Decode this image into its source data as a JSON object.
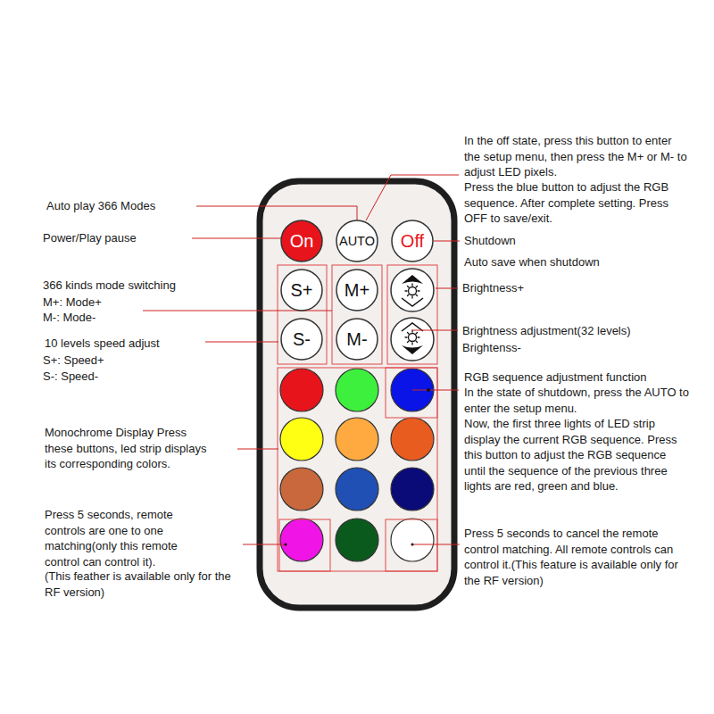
{
  "diagram": {
    "nodes": [
      {
        "text": [
          "On"
        ]
      },
      {
        "text": [
          "AUTO"
        ]
      },
      {
        "text": [
          "Off"
        ]
      },
      {
        "text": [
          "S+"
        ]
      },
      {
        "text": [
          "M+"
        ]
      },
      {
        "text": [
          "S-"
        ]
      },
      {
        "text": [
          "M-"
        ]
      }
    ],
    "labels": [
      "Auto play 366 Modes",
      "Power/Play pause",
      "366 kinds mode switching",
      "M+: Mode+",
      "M-: Mode-",
      "10 levels speed adjust",
      "S+: Speed+",
      "S-: Speed-",
      "Monochrome Display Press these buttons, led strip displays its corresponding colors.",
      "Press 5 seconds, remote controls are one to one matching(only this remote control can control it).",
      "(This feather is available only for the RF version)",
      "In the off state, press this button to enter the setup menu, then press the M+ or M- to adjust LED pixels.",
      "Press the blue button to adjust the RGB sequence. After complete setting. Press OFF to save/exit.",
      "Shutdown",
      "Auto save when shutdown",
      "Brightness+",
      "Brightness adjustment(32 levels)",
      "Brightenss-",
      "RGB sequence adjustment function",
      "In the state of shutdown, press the AUTO to enter the setup menu.",
      "Now, the first three lights of LED strip display the current RGB sequence. Press this button to adjust the RGB sequence until the sequence of the previous three lights are red, green and blue.",
      "Press 5 seconds to cancel the remote control matching. All remote controls can control it.(This feature is available only for the RF version)"
    ]
  }
}
